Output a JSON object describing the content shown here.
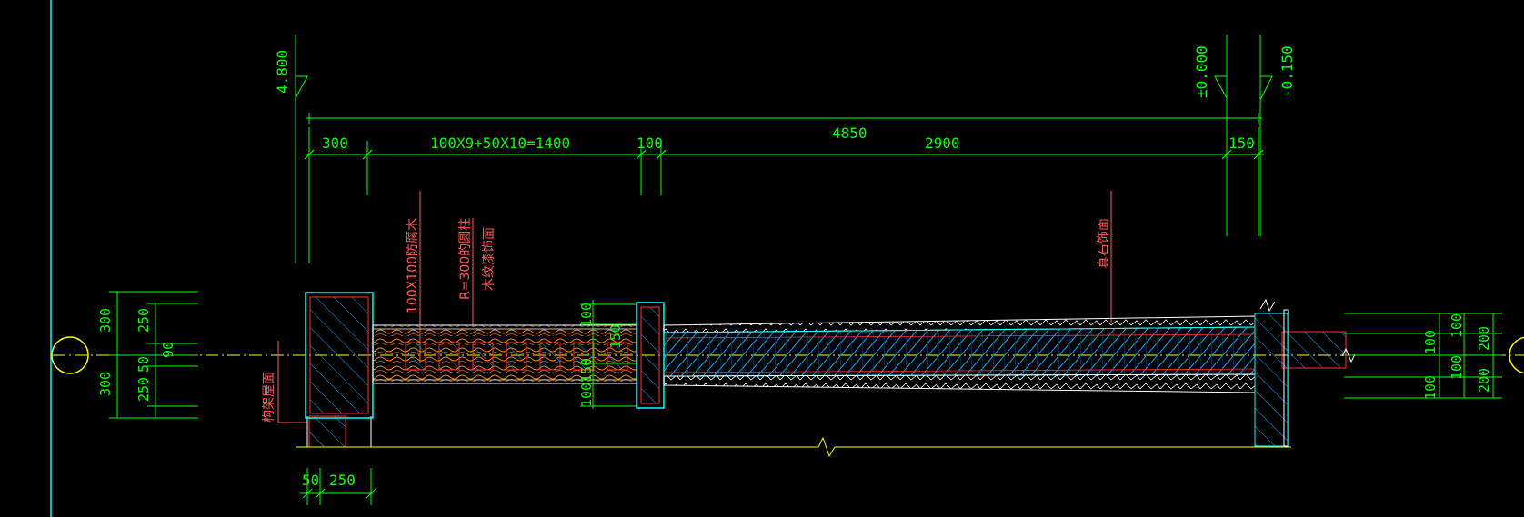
{
  "elevations": {
    "top": "4.800",
    "zero": "±0.000",
    "minus": "-0.150"
  },
  "dimensions": {
    "total": "4850",
    "d300": "300",
    "d1400": "100X9+50X10=1400",
    "d100": "100",
    "d2900": "2900",
    "d150": "150"
  },
  "left_vertical_dims": {
    "a300_top": "300",
    "a300_bottom": "300",
    "b250_top": "250",
    "b50": "50",
    "b250_bottom": "250",
    "c90": "90"
  },
  "center_vertical_dims": {
    "top100": "100",
    "mid150": "150",
    "bot100150": "100150"
  },
  "right_vertical_dims": {
    "r100a": "100",
    "r100b": "100",
    "r200a": "200",
    "r100c": "100",
    "r100d": "100",
    "r200b": "200"
  },
  "bottom_dims": {
    "b50": "50",
    "b250": "250"
  },
  "annotations": {
    "timber": "100X100防腐木",
    "column": "R=300的圆柱",
    "column_finish": "木纹漆饰面",
    "stone": "真石饰面",
    "roof": "构架屋面"
  },
  "colors": {
    "background": "#000000",
    "dimension": "#00ff00",
    "annotation": "#ff5a5a",
    "outline": "#00ffff",
    "concrete_hatch": "#00aaff",
    "timber_hatch": "#ff8800",
    "grid_axis": "#ffff00"
  }
}
